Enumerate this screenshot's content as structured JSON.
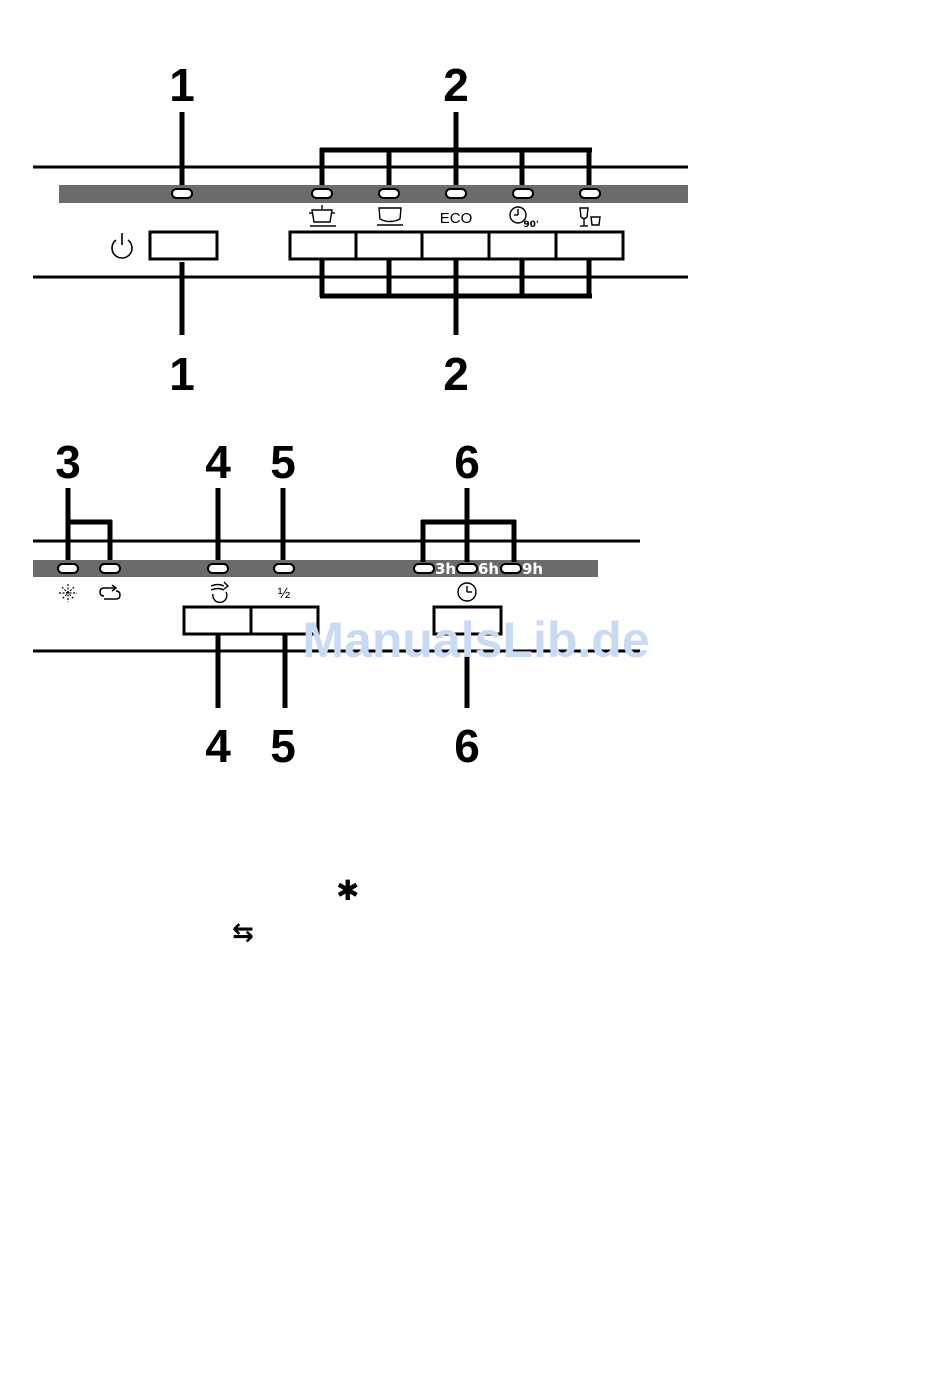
{
  "top_panel": {
    "callouts": {
      "power_top": "1",
      "programs_top": "2",
      "power_bottom": "1",
      "programs_bottom": "2"
    },
    "power_symbol": "⏻",
    "program_symbols": [
      "pot",
      "bowl",
      "ECO",
      "clock-90",
      "glass-cup"
    ],
    "program_symbol_labels": {
      "eco": "ECO",
      "quick_minutes": "90'"
    }
  },
  "bottom_panel": {
    "callouts_top": {
      "indicators": "3",
      "intensive": "4",
      "half_load": "5",
      "delay": "6"
    },
    "callouts_bottom": {
      "intensive": "4",
      "half_load": "5",
      "delay": "6"
    },
    "indicator_symbols": [
      "salt-snowflake",
      "rinse-aid-arrows"
    ],
    "intensive_symbol": "intensive-wash",
    "half_load_label": "½",
    "delay_labels": [
      "3h",
      "6h",
      "9h"
    ],
    "delay_symbol": "clock"
  },
  "legend": {
    "salt_symbol": "✱",
    "rinse_symbol": "⇆"
  },
  "watermark": "ManualsLib.de",
  "colors": {
    "strip": "#6b6b6b",
    "ink": "#000000",
    "watermark": "#c9daf5"
  }
}
